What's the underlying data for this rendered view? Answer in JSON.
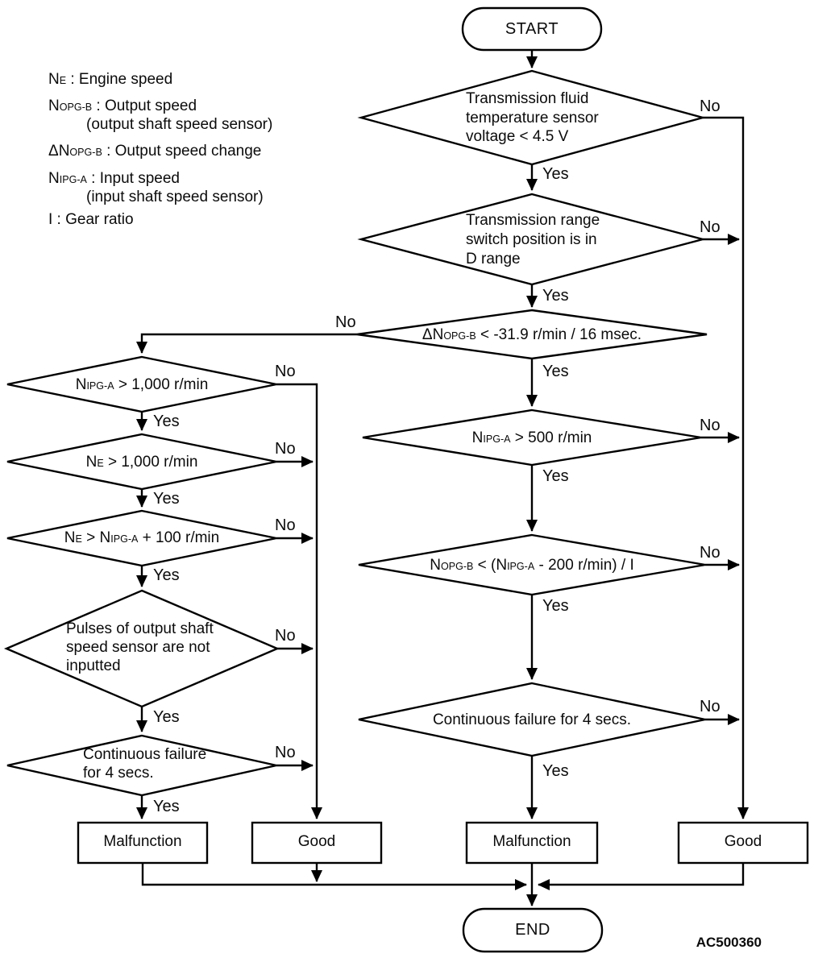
{
  "figure_code": "AC500360",
  "labels": {
    "yes": "Yes",
    "no": "No"
  },
  "terminals": {
    "start": "START",
    "end": "END"
  },
  "results": {
    "malfunction": "Malfunction",
    "good": "Good"
  },
  "legend": {
    "items": [
      {
        "term": "N_{E} : Engine speed",
        "wrap": ""
      },
      {
        "term": "N_{OPG-B} : Output speed",
        "wrap": "(output shaft speed sensor)"
      },
      {
        "term": "ΔN_{OPG-B} : Output speed change",
        "wrap": ""
      },
      {
        "term": "N_{IPG-A} : Input speed",
        "wrap": "(input shaft speed sensor)"
      },
      {
        "term": "I : Gear ratio",
        "wrap": ""
      }
    ]
  },
  "decisions": {
    "fluid_temp": "Transmission fluid\ntemperature sensor\nvoltage < 4.5 V",
    "range_switch": "Transmission range\nswitch position is in\nD range",
    "output_speed_change": "ΔN_{OPG-B} < -31.9 r/min / 16 msec.",
    "input_speed_500": "N_{IPG-A} > 500 r/min",
    "gear_ratio_check": "N_{OPG-B} < (N_{IPG-A} - 200 r/min) / I",
    "continuous_failure_right": "Continuous failure for 4 secs.",
    "input_speed_1000": "N_{IPG-A} > 1,000 r/min",
    "engine_speed_1000": "N_{E} > 1,000 r/min",
    "engine_vs_input": "N_{E} > N_{IPG-A} + 100 r/min",
    "pulses": "Pulses of output shaft\nspeed sensor are not\ninputted",
    "continuous_failure_left": "Continuous failure\nfor 4 secs."
  }
}
